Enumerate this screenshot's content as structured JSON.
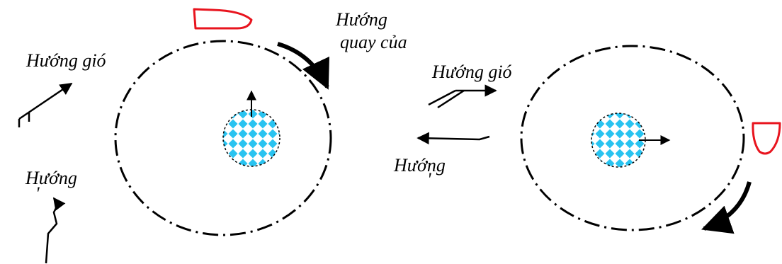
{
  "labels": {
    "left_wind": "Hướng gió",
    "left_rotation_line1": "Hướng",
    "left_rotation_line2": "quay của",
    "left_bottom": "Hướng",
    "right_wind": "Hướng gió",
    "right_lower": "Hướng"
  },
  "colors": {
    "ink": "#000000",
    "boat_outline": "#e8141e",
    "checker_fill": "#29c3f0",
    "checker_bg": "#ffffff"
  }
}
